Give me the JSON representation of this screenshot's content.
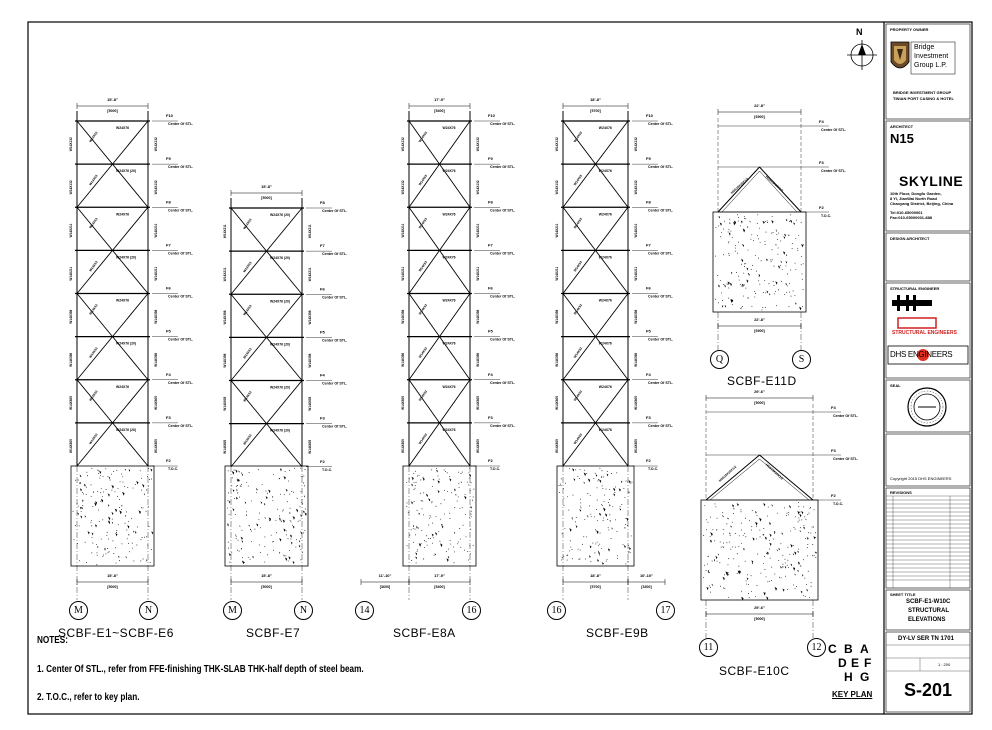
{
  "elevations": [
    {
      "id": "e1",
      "label": "SCBF-E1~SCBF-E6",
      "top_dim": "15'-8\"",
      "top_dim_mm": "[5000]",
      "bot_dim": "15'-8\"",
      "bot_dim_mm": "[5000]",
      "grid_left": "M",
      "grid_right": "N",
      "levels": [
        "F10",
        "F9",
        "F8",
        "F7",
        "F6",
        "F5",
        "F4",
        "F3",
        "F2"
      ],
      "level_note": "Center Of STL.",
      "level_note_base": "T.O.C.",
      "beam_label": "W24X76 (20)",
      "beam_label_alt": "W24X76",
      "col_labels": [
        "W14X132",
        "W14X132",
        "W14X211",
        "W14X211",
        "W14X398",
        "W14X398",
        "W14X605",
        "W14X605"
      ],
      "brace_label": "W14X53"
    },
    {
      "id": "e7",
      "label": "SCBF-E7",
      "top_dim": "15'-8\"",
      "top_dim_mm": "[5000]",
      "bot_dim": "15'-8\"",
      "bot_dim_mm": "[5000]",
      "grid_left": "M",
      "grid_right": "N",
      "levels": [
        "F8",
        "F7",
        "F6",
        "F5",
        "F4",
        "F3",
        "F2"
      ],
      "level_note": "Center Of STL.",
      "level_note_base": "T.O.C.",
      "beam_label": "W24X76 (20)",
      "col_labels": [
        "W14X211",
        "W14X211",
        "W14X398",
        "W14X398",
        "W14X605",
        "W14X605"
      ],
      "brace_label": "W14X53"
    },
    {
      "id": "e8a",
      "label": "SCBF-E8A",
      "top_dim": "17'-9\"",
      "top_dim_mm": "[5400]",
      "bot_dim": "17'-9\"",
      "bot_dim_mm": "[5400]",
      "side_dim": "11'-10\"",
      "side_dim_mm": "[3600]",
      "grid_left": "14",
      "grid_right": "16",
      "levels": [
        "F10",
        "F9",
        "F8",
        "F7",
        "F6",
        "F5",
        "F4",
        "F3",
        "F2"
      ],
      "level_note": "Center Of STL.",
      "level_note_base": "T.O.C.",
      "beam_label": "W24X76",
      "col_labels": [
        "W14X132",
        "W14X132",
        "W14X211",
        "W14X211",
        "W14X398",
        "W14X398",
        "W14X605",
        "W14X605"
      ],
      "brace_label": "W14X53"
    },
    {
      "id": "e9b",
      "label": "SCBF-E9B",
      "top_dim": "18'-8\"",
      "top_dim_mm": "[5700]",
      "bot_dim": "18'-8\"",
      "bot_dim_mm": "[5700]",
      "side_dim": "10'-10\"",
      "side_dim_mm": "[3300]",
      "grid_left": "16",
      "grid_right": "17",
      "levels": [
        "F10",
        "F9",
        "F8",
        "F7",
        "F6",
        "F5",
        "F4",
        "F3",
        "F2"
      ],
      "level_note": "Center Of STL.",
      "level_note_base": "T.O.C.",
      "beam_label": "W24X76",
      "col_labels": [
        "W14X132",
        "W14X132",
        "W14X211",
        "W14X211",
        "W14X398",
        "W14X398",
        "W14X605",
        "W14X605"
      ],
      "brace_label": "W14X53"
    },
    {
      "id": "e11d",
      "label": "SCBF-E11D",
      "top_dim": "22'-8\"",
      "top_dim_mm": "[6900]",
      "bot_dim": "22'-8\"",
      "bot_dim_mm": "[6900]",
      "grid_left": "Q",
      "grid_right": "S",
      "levels": [
        "F4",
        "F3",
        "F2"
      ],
      "level_note": "Center Of STL.",
      "level_note_base": "T.O.C.",
      "brace_label": "HSS10X10X1/2"
    },
    {
      "id": "e10c",
      "label": "SCBF-E10C",
      "top_dim": "29'-6\"",
      "top_dim_mm": "[9000]",
      "bot_dim": "29'-6\"",
      "bot_dim_mm": "[9000]",
      "grid_left": "11",
      "grid_right": "12",
      "levels": [
        "F4",
        "F3",
        "F2"
      ],
      "level_note": "Center Of STL.",
      "level_note_base": "T.O.C.",
      "brace_label": "HSS10X10X1/2"
    }
  ],
  "notes": {
    "title": "NOTES:",
    "line1": "1. Center Of STL., refer from FFE-finishing THK-SLAB THK-half depth of steel beam.",
    "line2": "2. T.O.C., refer to key plan."
  },
  "north": "N",
  "key_plan": {
    "letters": [
      "C",
      "B",
      "A",
      "D",
      "E",
      "F",
      "H",
      "G"
    ],
    "title": "KEY PLAN"
  },
  "title_block": {
    "owner_head": "PROPERTY OWNER",
    "owner_name_1": "Bridge",
    "owner_name_2": "Investment",
    "owner_name_3": "Group L.P.",
    "project_line1": "BRIDGE INVESTMENT GROUP",
    "project_line2": "TINIAN PORT CASINO & HOTEL",
    "architect_head": "ARCHITECT",
    "architect_code": "N15",
    "firm": "SKYLINE",
    "firm_addr1": "10th Floor, Dongfu Garden,",
    "firm_addr2": "8 Yi, JianWai North Road",
    "firm_addr3": "Chaoyang District, Beijing, China",
    "firm_tel": "Tel:010-65000001",
    "firm_fax": "Fax:010-65000001-888",
    "designer_head": "DESIGN ARCHITECT",
    "struct_head": "STRUCTURAL ENGINEER",
    "struct_firm_1": "STRUCTURAL ENGINEERS",
    "struct_firm_2": "DHS ENGINEERS",
    "seal_head": "SEAL",
    "copyright": "Copyright 2015 DHS ENGINEERS",
    "revisions_head": "REVISIONS",
    "sheet_title_head": "SHEET TITLE",
    "sheet_title_1": "SCBF-E1-W10C",
    "sheet_title_2": "STRUCTURAL",
    "sheet_title_3": "ELEVATIONS",
    "job_no": "DY-LV SER TN 1701",
    "scale": "1 : 200",
    "sheet_no": "S-201"
  }
}
